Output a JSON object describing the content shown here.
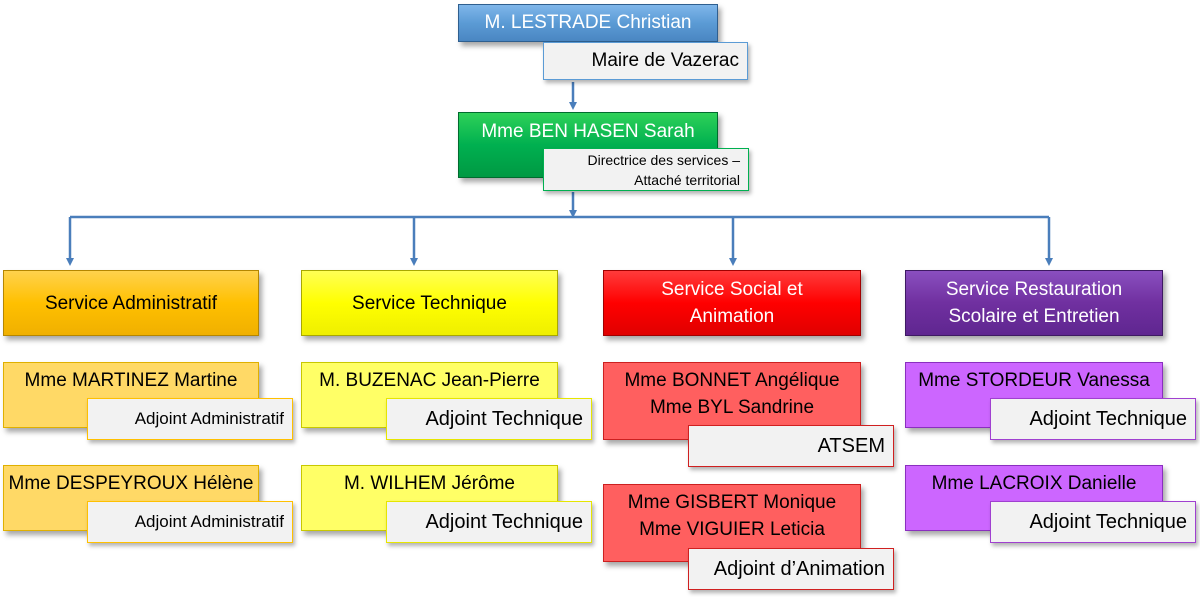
{
  "mayor": {
    "name": "M. LESTRADE Christian",
    "role": "Maire de Vazerac"
  },
  "director": {
    "name": "Mme BEN HASEN Sarah",
    "role_line1": "Directrice des services –",
    "role_line2": "Attaché territorial"
  },
  "services": [
    {
      "title": "Service Administratif",
      "members": [
        {
          "names": [
            "Mme MARTINEZ Martine"
          ],
          "role": "Adjoint Administratif"
        },
        {
          "names": [
            "Mme DESPEYROUX Hélène"
          ],
          "role": "Adjoint Administratif"
        }
      ]
    },
    {
      "title": "Service Technique",
      "members": [
        {
          "names": [
            "M. BUZENAC Jean-Pierre"
          ],
          "role": "Adjoint Technique"
        },
        {
          "names": [
            "M. WILHEM Jérôme"
          ],
          "role": "Adjoint Technique"
        }
      ]
    },
    {
      "title_line1": "Service Social et",
      "title_line2": "Animation",
      "members": [
        {
          "names": [
            "Mme BONNET Angélique",
            "Mme BYL Sandrine"
          ],
          "role": "ATSEM"
        },
        {
          "names": [
            "Mme GISBERT Monique",
            "Mme VIGUIER Leticia"
          ],
          "role": "Adjoint d’Animation"
        }
      ]
    },
    {
      "title_line1": "Service Restauration",
      "title_line2": "Scolaire et Entretien",
      "members": [
        {
          "names": [
            "Mme STORDEUR Vanessa"
          ],
          "role": "Adjoint Technique"
        },
        {
          "names": [
            "Mme LACROIX Danielle"
          ],
          "role": "Adjoint Technique"
        }
      ]
    }
  ],
  "colors": {
    "connector": "#4a7ebb",
    "mayor": "#5b9bd5",
    "director": "#00b050",
    "administratif": "#ffc000",
    "technique": "#ffff00",
    "social": "#ff0000",
    "restauration": "#7030a0"
  }
}
